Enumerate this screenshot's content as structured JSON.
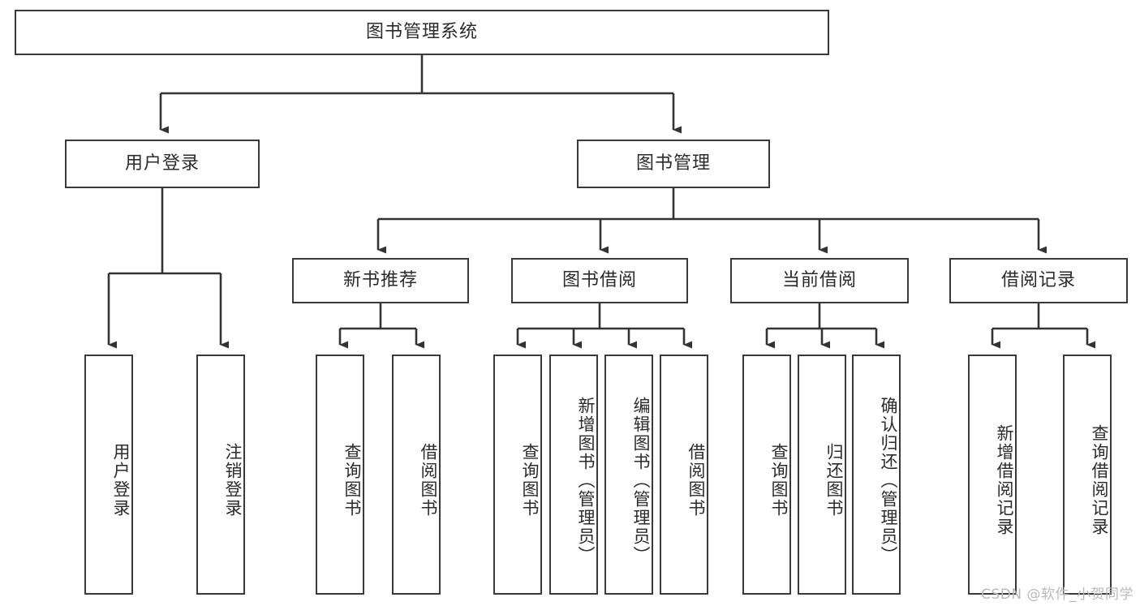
{
  "diagram": {
    "title": "图书管理系统",
    "type": "tree-hierarchy",
    "watermark": "CSDN @软件_小贺同学",
    "colors": {
      "box_border": "#3a3a3a",
      "box_fill": "#ffffff",
      "connector": "#333333",
      "text": "#2b2b2b",
      "watermark": "#b9b9b9",
      "background": "#ffffff"
    },
    "root": {
      "label": "图书管理系统"
    },
    "level2": [
      {
        "label": "用户登录"
      },
      {
        "label": "图书管理"
      }
    ],
    "level3": [
      {
        "label": "新书推荐"
      },
      {
        "label": "图书借阅"
      },
      {
        "label": "当前借阅"
      },
      {
        "label": "借阅记录"
      }
    ],
    "leaves": {
      "user_login": [
        {
          "label": "用户登录"
        },
        {
          "label": "注销登录"
        }
      ],
      "new_book_recommend": [
        {
          "label": "查询图书"
        },
        {
          "label": "借阅图书"
        }
      ],
      "book_borrow": [
        {
          "label": "查询图书"
        },
        {
          "label": "新增图书（管理员）"
        },
        {
          "label": "编辑图书（管理员）"
        },
        {
          "label": "借阅图书"
        }
      ],
      "current_borrow": [
        {
          "label": "查询图书"
        },
        {
          "label": "归还图书"
        },
        {
          "label": "确认归还（管理员）"
        }
      ],
      "borrow_record": [
        {
          "label": "新增借阅记录"
        },
        {
          "label": "查询借阅记录"
        }
      ]
    }
  }
}
